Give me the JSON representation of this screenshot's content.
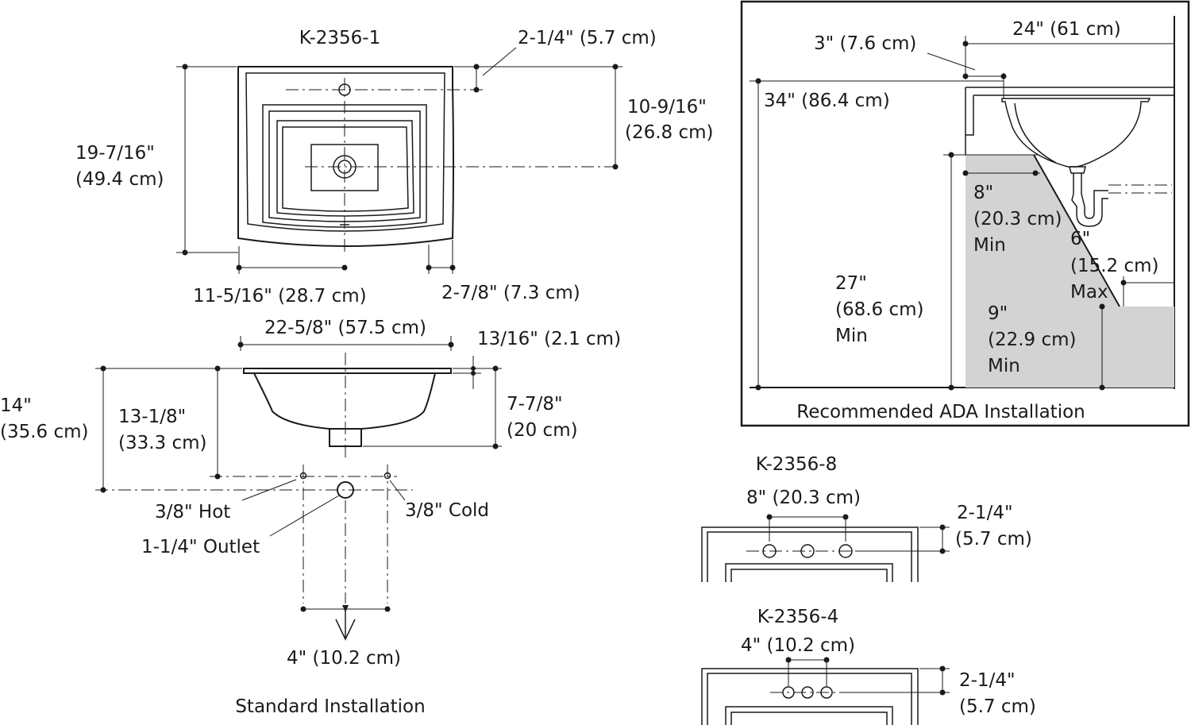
{
  "plan": {
    "model": "K-2356-1",
    "faucet_setback": "2-1/4\" (5.7 cm)",
    "drain_depth_1": "10-9/16\"",
    "drain_depth_2": "(26.8 cm)",
    "overall_depth_1": "19-7/16\"",
    "overall_depth_2": "(49.4 cm)",
    "center_width": "11-5/16\" (28.7 cm)",
    "rim_offset": "2-7/8\" (7.3 cm)"
  },
  "section": {
    "overall_width": "22-5/8\" (57.5 cm)",
    "rim_thickness": "13/16\" (2.1 cm)",
    "height_1": "14\"",
    "height_2": "(35.6 cm)",
    "bowl_height_1": "13-1/8\"",
    "bowl_height_2": "(33.3 cm)",
    "bowl_depth_1": "7-7/8\"",
    "bowl_depth_2": "(20 cm)",
    "hot": "3/8\" Hot",
    "cold": "3/8\" Cold",
    "outlet": "1-1/4\" Outlet",
    "supply_spacing": "4\" (10.2 cm)",
    "caption": "Standard Installation"
  },
  "ada": {
    "top_setback": "3\" (7.6 cm)",
    "depth": "24\" (61 cm)",
    "rim_height": "34\" (86.4 cm)",
    "knee_1": "8\"",
    "knee_2": "(20.3 cm)",
    "knee_3": "Min",
    "clear_1": "27\"",
    "clear_2": "(68.6 cm)",
    "clear_3": "Min",
    "toe_1": "6\"",
    "toe_2": "(15.2 cm)",
    "toe_3": "Max",
    "toe_h_1": "9\"",
    "toe_h_2": "(22.9 cm)",
    "toe_h_3": "Min",
    "caption": "Recommended ADA Installation"
  },
  "k8": {
    "model": "K-2356-8",
    "spread": "8\" (20.3 cm)",
    "setback_1": "2-1/4\"",
    "setback_2": "(5.7 cm)"
  },
  "k4": {
    "model": "K-2356-4",
    "spread": "4\" (10.2 cm)",
    "setback_1": "2-1/4\"",
    "setback_2": "(5.7 cm)"
  }
}
